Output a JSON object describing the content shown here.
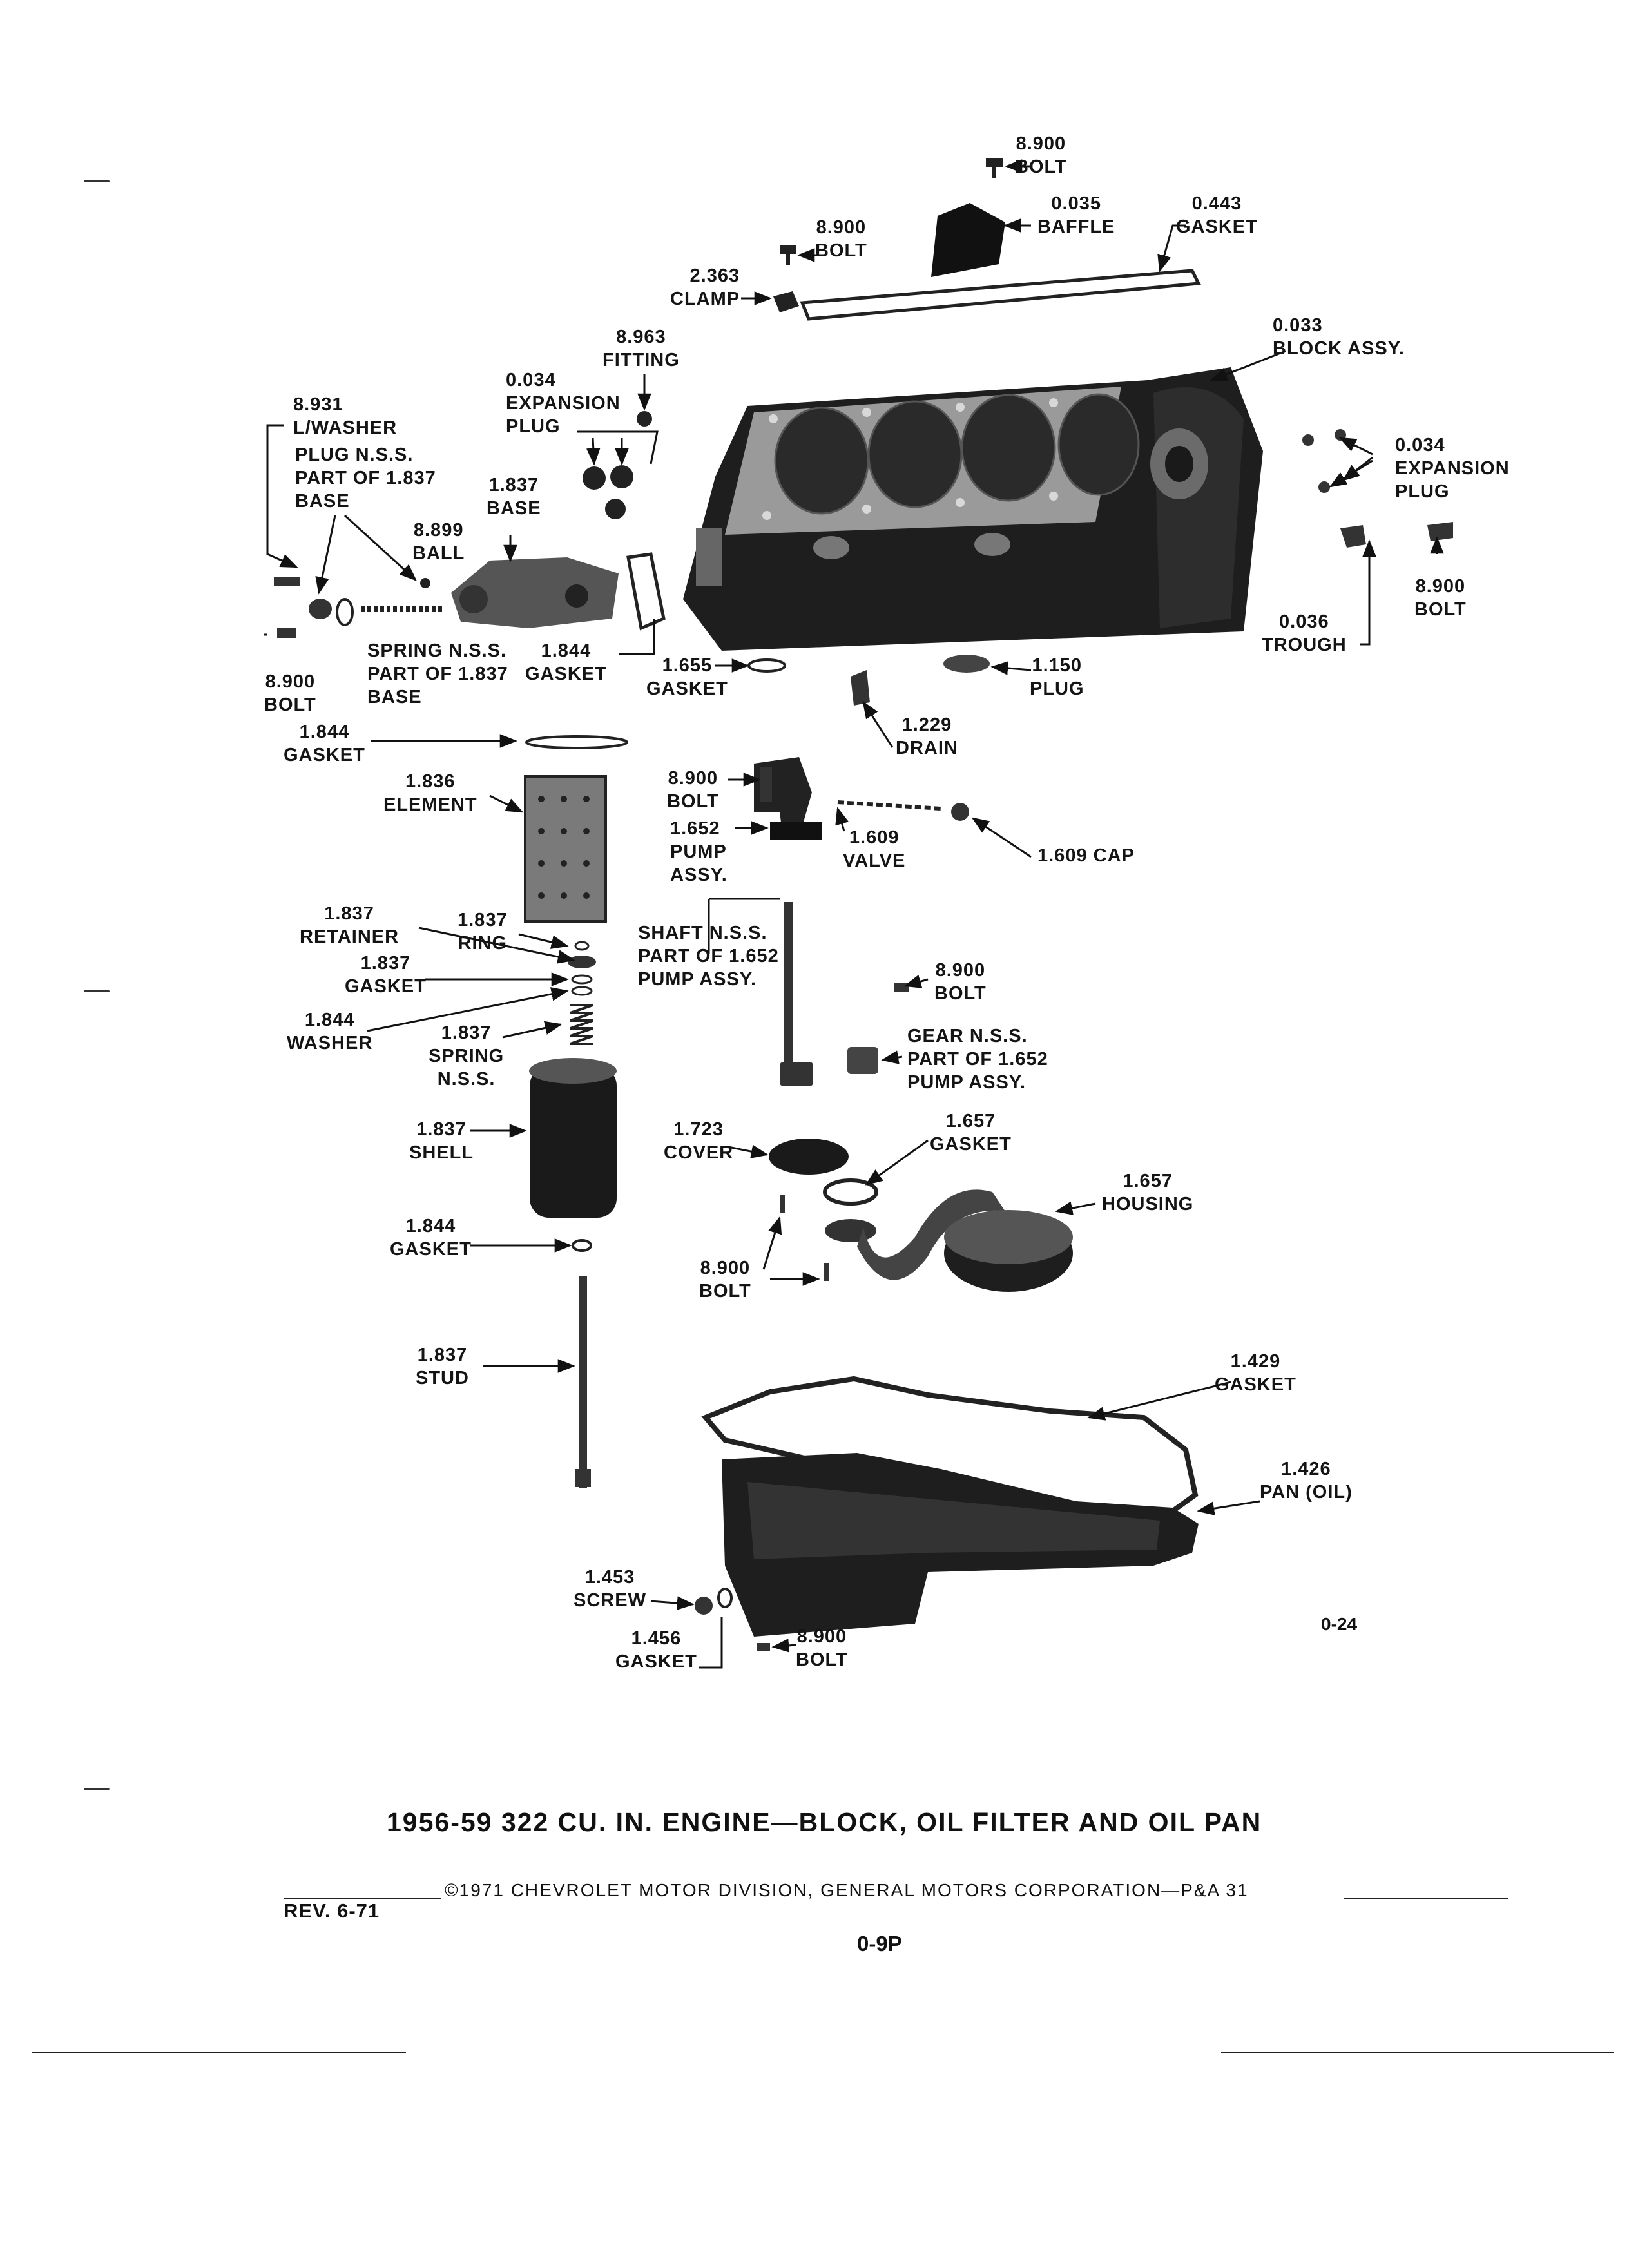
{
  "title": "1956-59 322 CU. IN. ENGINE—BLOCK, OIL FILTER AND OIL PAN",
  "copyright": "©1971 CHEVROLET MOTOR DIVISION, GENERAL MOTORS CORPORATION—P&A 31",
  "revision": "REV. 6-71",
  "page_number": "0-9P",
  "figure_number": "0-24",
  "callouts": {
    "bolt_top": [
      "8.900",
      "BOLT"
    ],
    "baffle": [
      "0.035",
      "BAFFLE"
    ],
    "gasket_top": [
      "0.443",
      "GASKET"
    ],
    "bolt_baffle": [
      "8.900",
      "BOLT"
    ],
    "clamp": [
      "2.363",
      "CLAMP"
    ],
    "block_assy": [
      "0.033",
      "BLOCK ASSY."
    ],
    "fitting": [
      "8.963",
      "FITTING"
    ],
    "expansion_plug_left": [
      "0.034",
      "EXPANSION",
      "PLUG"
    ],
    "lwasher": [
      "8.931",
      "L/WASHER"
    ],
    "plug_nss": [
      "PLUG N.S.S.",
      "PART OF 1.837",
      "BASE"
    ],
    "base": [
      "1.837",
      "BASE"
    ],
    "ball": [
      "8.899",
      "BALL"
    ],
    "expansion_plug_right": [
      "0.034",
      "EXPANSION",
      "PLUG"
    ],
    "bolt_right": [
      "8.900",
      "BOLT"
    ],
    "trough": [
      "0.036",
      "TROUGH"
    ],
    "spring_nss_base": [
      "SPRING N.S.S.",
      "PART OF 1.837",
      "BASE"
    ],
    "gasket_base": [
      "1.844",
      "GASKET"
    ],
    "bolt_left": [
      "8.900",
      "BOLT"
    ],
    "gasket_1655": [
      "1.655",
      "GASKET"
    ],
    "plug_1150": [
      "1.150",
      "PLUG"
    ],
    "drain": [
      "1.229",
      "DRAIN"
    ],
    "gasket_1844_ring": [
      "1.844",
      "GASKET"
    ],
    "element": [
      "1.836",
      "ELEMENT"
    ],
    "bolt_pump": [
      "8.900",
      "BOLT"
    ],
    "pump_assy": [
      "1.652",
      "PUMP",
      "ASSY."
    ],
    "valve": [
      "1.609",
      "VALVE"
    ],
    "cap": [
      "1.609 CAP"
    ],
    "retainer": [
      "1.837",
      "RETAINER"
    ],
    "ring": [
      "1.837",
      "RING"
    ],
    "gasket_filter": [
      "1.837",
      "GASKET"
    ],
    "shaft_nss": [
      "SHAFT N.S.S.",
      "PART OF 1.652",
      "PUMP ASSY."
    ],
    "washer": [
      "1.844",
      "WASHER"
    ],
    "spring_nss": [
      "1.837",
      "SPRING",
      "N.S.S."
    ],
    "bolt_mid": [
      "8.900",
      "BOLT"
    ],
    "gear_nss": [
      "GEAR N.S.S.",
      "PART OF 1.652",
      "PUMP ASSY."
    ],
    "shell": [
      "1.837",
      "SHELL"
    ],
    "cover": [
      "1.723",
      "COVER"
    ],
    "gasket_1657": [
      "1.657",
      "GASKET"
    ],
    "housing": [
      "1.657",
      "HOUSING"
    ],
    "gasket_shell": [
      "1.844",
      "GASKET"
    ],
    "bolt_screen": [
      "8.900",
      "BOLT"
    ],
    "stud": [
      "1.837",
      "STUD"
    ],
    "gasket_pan": [
      "1.429",
      "GASKET"
    ],
    "pan_oil": [
      "1.426",
      "PAN (OIL)"
    ],
    "screw": [
      "1.453",
      "SCREW"
    ],
    "gasket_1456": [
      "1.456",
      "GASKET"
    ],
    "bolt_pan": [
      "8.900",
      "BOLT"
    ]
  }
}
